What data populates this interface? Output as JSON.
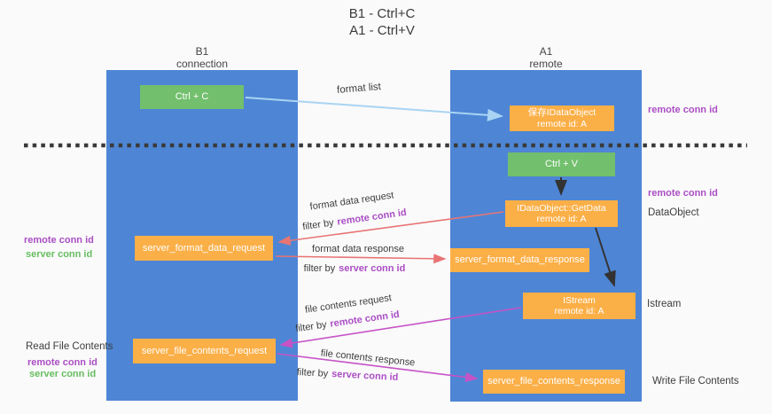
{
  "title": {
    "line1": "B1 - Ctrl+C",
    "line2": "A1 - Ctrl+V"
  },
  "lanes": {
    "left": {
      "title": "B1",
      "subtitle": "connection"
    },
    "right": {
      "title": "A1",
      "subtitle": "remote"
    }
  },
  "nodes": {
    "ctrl_c": {
      "label": "Ctrl + C"
    },
    "saved_dataobject": {
      "line1": "保存IDataObject",
      "line2": "remote id: A"
    },
    "ctrl_v": {
      "label": "Ctrl + V"
    },
    "getdata": {
      "line1": "IDataObject::GetData",
      "line2": "remote id: A"
    },
    "server_format_data_request": {
      "label": "server_format_data_request"
    },
    "server_format_data_response": {
      "label": "server_format_data_response"
    },
    "istream": {
      "line1": "IStream",
      "line2": "remote id: A"
    },
    "server_file_contents_request": {
      "label": "server_file_contents_request"
    },
    "server_file_contents_response": {
      "label": "server_file_contents_response"
    }
  },
  "flow_labels": {
    "format_list": "format list",
    "format_data_request": "format data request",
    "format_data_response": "format data response",
    "file_contents_request": "file contents request",
    "file_contents_response": "file contents response",
    "filter_by": "filter by",
    "remote_conn_id": "remote conn id",
    "server_conn_id": "server conn id"
  },
  "annotations": {
    "right_top_remote_conn_id": "remote conn id",
    "right_mid_remote_conn_id": "remote conn id",
    "dataobject": "DataObject",
    "istream": "Istream",
    "write_file_contents": "Write File Contents",
    "read_file_contents": "Read File Contents",
    "left_remote_conn_id": "remote conn id",
    "left_server_conn_id": "server conn id",
    "left_remote_conn_id_2": "remote conn id",
    "left_server_conn_id_2": "server conn id"
  },
  "colors": {
    "lane_blue": "#4e86d5",
    "box_green": "#72bf6d",
    "box_orange": "#fbaf47",
    "arrow_red": "#e87474",
    "arrow_magenta": "#c653c6",
    "arrow_lightblue": "#a9d4f3",
    "arrow_black": "#333333",
    "text_purple": "#ab4ec4",
    "text_green": "#67bd60"
  }
}
